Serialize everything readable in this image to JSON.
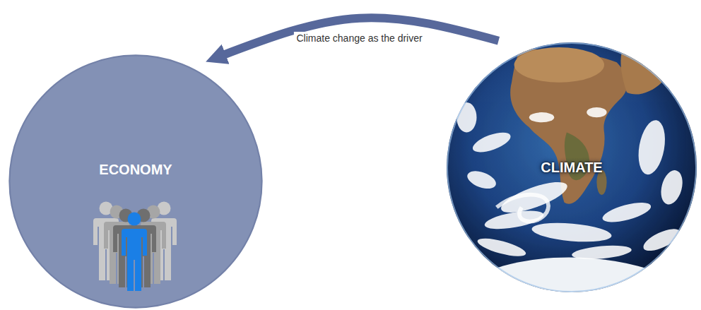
{
  "diagram": {
    "nodes": [
      {
        "text": [
          "ECONOMY"
        ]
      },
      {
        "text": [
          "CLIMATE"
        ]
      }
    ],
    "edges": [
      {
        "from": 1,
        "to": 0,
        "arrow": "to",
        "label": "Climate change as the driver"
      }
    ]
  }
}
